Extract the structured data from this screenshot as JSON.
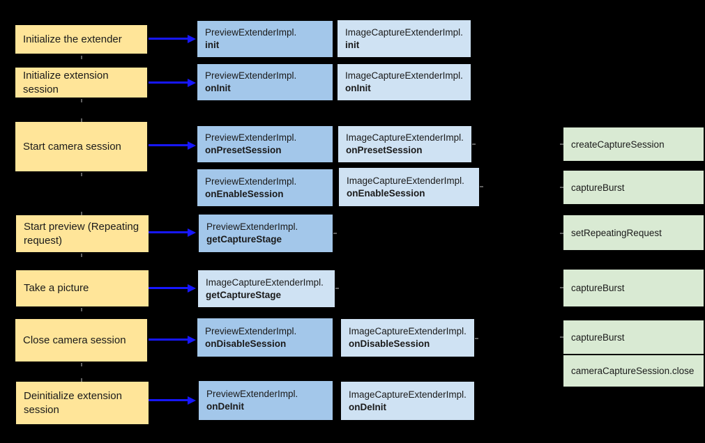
{
  "colors": {
    "background": "#000000",
    "step_bg": "#ffe599",
    "preview_bg": "#a3c7ea",
    "imagecapture_bg": "#cfe2f3",
    "camera2_bg": "#d9ead3",
    "arrow": "#1717ff",
    "text": "#1a1a1a"
  },
  "steps": [
    {
      "label": "Initialize the extender"
    },
    {
      "label": "Initialize extension session"
    },
    {
      "label": "Start camera session"
    },
    {
      "label": "Start preview (Repeating request)"
    },
    {
      "label": "Take a picture"
    },
    {
      "label": "Close camera session"
    },
    {
      "label": "Deinitialize extension session"
    }
  ],
  "methods": [
    {
      "cls": "PreviewExtenderImpl.",
      "name": "init"
    },
    {
      "cls": "ImageCaptureExtenderImpl.",
      "name": "init"
    },
    {
      "cls": "PreviewExtenderImpl.",
      "name": "onInit"
    },
    {
      "cls": "ImageCaptureExtenderImpl.",
      "name": "onInit"
    },
    {
      "cls": "PreviewExtenderImpl.",
      "name": "onPresetSession"
    },
    {
      "cls": "ImageCaptureExtenderImpl.",
      "name": "onPresetSession"
    },
    {
      "cls": "PreviewExtenderImpl.",
      "name": "onEnableSession"
    },
    {
      "cls": "ImageCaptureExtenderImpl.",
      "name": "onEnableSession"
    },
    {
      "cls": "PreviewExtenderImpl.",
      "name": "getCaptureStage"
    },
    {
      "cls": "ImageCaptureExtenderImpl.",
      "name": "getCaptureStage"
    },
    {
      "cls": "PreviewExtenderImpl.",
      "name": "onDisableSession"
    },
    {
      "cls": "ImageCaptureExtenderImpl.",
      "name": "onDisableSession"
    },
    {
      "cls": "PreviewExtenderImpl.",
      "name": "onDeInit"
    },
    {
      "cls": "ImageCaptureExtenderImpl.",
      "name": "onDeInit"
    }
  ],
  "camera2_calls": [
    {
      "label": "createCaptureSession"
    },
    {
      "label": "captureBurst"
    },
    {
      "label": "setRepeatingRequest"
    },
    {
      "label": "captureBurst"
    },
    {
      "label": "captureBurst"
    },
    {
      "label": "cameraCaptureSession.close"
    }
  ]
}
